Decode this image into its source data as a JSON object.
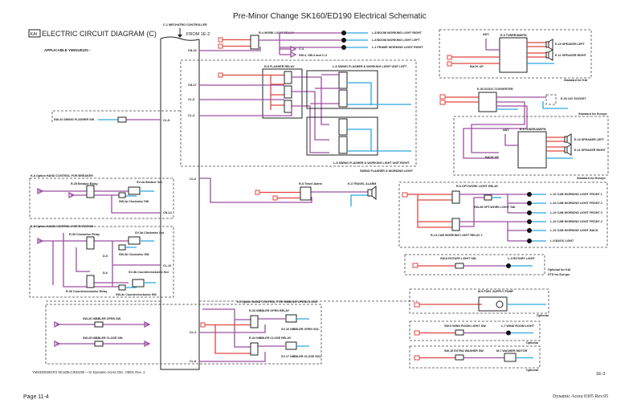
{
  "header": {
    "title": "Pre-Minor Change SK160/ED190 Electrical Schematic",
    "badge": "KAI",
    "diagram_title": "ELECTRIC CIRCUIT DIAGRAM (C)",
    "applicable": "APPLICABLE YM02U0101~",
    "controller": "C-1 MECHATRO CONTROLLER",
    "from": "FROM 1E-2"
  },
  "connectors": {
    "cn16": "CN-16",
    "cn17": "CN-17",
    "cl3": "CL-3",
    "cl4": "CL-4",
    "cl5": "CL-5",
    "cl6": "CL-6",
    "cn14": "CN-14",
    "cl12": "CL-12",
    "cl2": "CL-2",
    "cl8": "CL-8"
  },
  "work_light": {
    "relay": "R-4 WORK LIGHT RELAY",
    "boom_right": "L-8 BOOM WORKING LIGHT RIGHT",
    "boom_left": "L-8 BOOM WORKING LIGHT LEFT",
    "frame_right": "L-1 FRAME WORKING LIGHT RIGHT",
    "c4": "C-4",
    "sw": "SW-2, SW-3 and C-3"
  },
  "flasher": {
    "relay": "R-5 FLASHER RELAY",
    "unit_left": "L-5 SWING FLASHER & WORKING LIGHT UNIT LEFT",
    "unit_right": "L-5 SWING FLASHER & WORKING LIGHT UNIT RIGHT",
    "group": "SWING FLASHER & WORKING LIGHT",
    "switch": "SW-24 SWING FLASHER SW."
  },
  "travel_alarm": {
    "relay": "R-8 Travel Alarm",
    "alarm": "E-3 TRAVEL ALARM"
  },
  "breaker": {
    "group": "K-8 Option HAND CONTROL FOR BREAKER",
    "relay": "R-35 Breaker Relay",
    "sol": "SV-2a Breaker Sol.",
    "sw": "SW-2a Clockwise SW"
  },
  "rotation": {
    "group": "K-8 Option HAND CONTROL FOR ROTATION",
    "relay_cw": "R-35 Clockwise Relay",
    "sol_cw": "SV-3a Clockwise Sol.",
    "sw_cw": "SW-3b Clockwise SW",
    "d5": "D-5",
    "d6": "D-6",
    "sol_ccw": "SV-3b Counterclockwise Sol.",
    "relay_ccw": "R-36 Counterclockwise Relay",
    "sw_ccw": "SW-3c Counterclockwise SW"
  },
  "nibbler": {
    "group": "K4 Option HAND CONTROL FOR NIBBLER OPEN/CLOSE",
    "open_sw": "SW-26 NIBBLER OPEN SW.",
    "close_sw": "SW-25 NIBBLER CLOSE SW.",
    "open_relay": "R-33 NIBBLER OPEN RELAY",
    "open_sol": "SV-16 NIBBLER OPEN SOL.",
    "close_relay": "R-34 NIBBLER CLOSE RELAY",
    "close_sol": "SV-17 NIBBLER CLOSE SOL."
  },
  "radio": {
    "tuner": "E-9 TUNER/AM/FM",
    "ant": "ANT.",
    "backup": "BACK UP",
    "spk_left": "E-10 SPEAKER LEFT",
    "spk_right": "E-11 SPEAKER RIGHT",
    "std_kai": "Standard for KAI",
    "converter": "E-30 DC/DC CONVERTER",
    "socket": "E-33 12V SOCKET",
    "std_europe": "Standard for Europe",
    "tuner2": "E-9 TUNER/AM/FM",
    "spk_left2": "E-10 SPEAKER LEFT",
    "spk_right2": "E-11 SPEAKER RIGHT",
    "backup2": "BACK UP"
  },
  "cab_light": {
    "std": "Standard for Europe",
    "relay": "R-6 OPT.WORK LIGHT RELAY",
    "sw": "SW-28 OPT.WORK LIGHT SW.",
    "relay2": "R-14 CAB WORKING LIGHT RELAY 2",
    "lights": [
      "L-10 CAB WORKING LIGHT FRONT 1",
      "L-10 CAB WORKING LIGHT FRONT 2",
      "L-10 CAB WORKING LIGHT FRONT 3",
      "L-10 CAB WORKING LIGHT FRONT 4",
      "L-10 CAB WORKING LIGHT BACK",
      "L-9 BACK LIGHT"
    ]
  },
  "rotary": {
    "sw": "SW-8 ROTARY LIGHT SW.",
    "light": "L-4 ROTARY LIGHT",
    "opt1": "Optional for KAI",
    "opt2": "STD for Europe"
  },
  "fuel": {
    "pump": "M-5 FUEL SUPPLY PUMP",
    "optional": "Optional"
  },
  "room": {
    "sw": "SW-9 WIND ROOM LIGHT SW.",
    "light": "L-7 WIND ROOM LIGHT",
    "optional": "Optional"
  },
  "washer": {
    "sw": "SW-10 EXTRA WASHER SW.",
    "motor": "M-7 WASHER MOTOR",
    "optional": "Optional"
  },
  "footer": {
    "doc": "YM03Z00001P3 SK160LC/ED190   —VI Dynamic Acera OM , 09/01  Rev. 1",
    "sheet": "1E-3",
    "page": "Page 11-4",
    "rev": "Dynamic Acera 0305 Rev.05"
  },
  "colors": {
    "purple": "#9b4fa0",
    "red": "#e0453f",
    "cyan": "#2aa8dc",
    "black": "#222222"
  }
}
